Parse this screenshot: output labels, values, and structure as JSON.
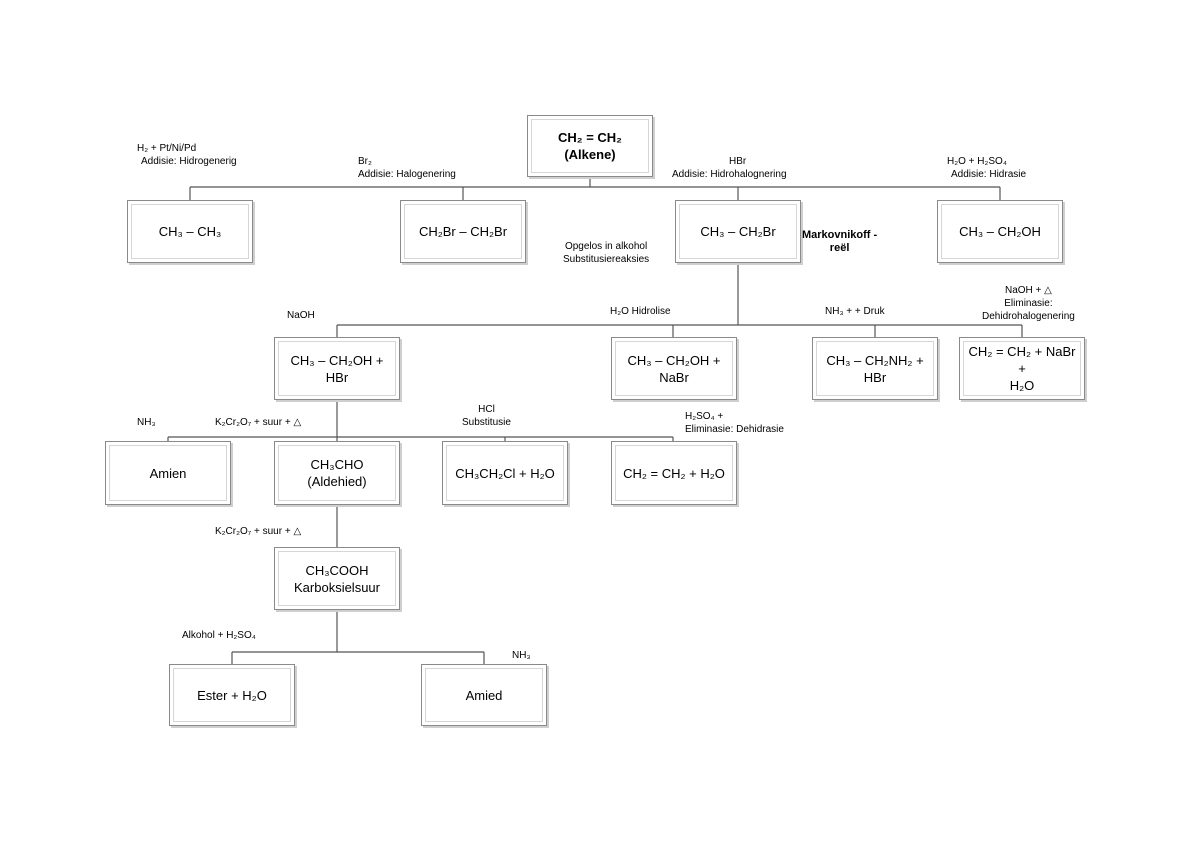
{
  "boxes": {
    "alkene": {
      "line1": "CH₂ = CH₂",
      "line2": "(Alkene)"
    },
    "ethane": {
      "line1": "CH₃ – CH₃"
    },
    "dibromoethane": {
      "line1": "CH₂Br – CH₂Br"
    },
    "bromoethane": {
      "line1": "CH₃ – CH₂Br"
    },
    "ethanol": {
      "line1": "CH₃ – CH₂OH"
    },
    "ethanol_hbr": {
      "line1": "CH₃ – CH₂OH + HBr"
    },
    "ethanol_nabr": {
      "line1": "CH₃ – CH₂OH +",
      "line2": "NaBr"
    },
    "amine_hbr": {
      "line1": "CH₃ – CH₂NH₂ + HBr"
    },
    "ethene_nabr": {
      "line1": "CH₂ = CH₂ + NaBr +",
      "line2": "H₂O"
    },
    "amien": {
      "line1": "Amien"
    },
    "aldehied": {
      "line1": "CH₃CHO",
      "line2": "(Aldehied)"
    },
    "chloroethane": {
      "line1": "CH₃CH₂Cl + H₂O"
    },
    "ethene_h2o": {
      "line1": "CH₂ = CH₂ + H₂O"
    },
    "karboksielsuur": {
      "line1": "CH₃COOH",
      "line2": "Karboksielsuur"
    },
    "ester": {
      "line1": "Ester + H₂O"
    },
    "amied": {
      "line1": "Amied"
    }
  },
  "labels": {
    "hydrogenation": {
      "line1": "H₂ + Pt/Ni/Pd",
      "line2": "Addisie: Hidrogenerig"
    },
    "halogenation": {
      "line1": "Br₂",
      "line2": "Addisie: Halogenering"
    },
    "hydrohalogenation": {
      "line1": "HBr",
      "line2": "Addisie: Hidrohalognering"
    },
    "hydration": {
      "line1": "H₂O + H₂SO₄",
      "line2": "Addisie: Hidrasie"
    },
    "markovnikoff": {
      "line1": "Markovnikoff -",
      "line2": "reël"
    },
    "substitution": {
      "line1": "Opgelos in alkohol",
      "line2": "Substitusiereaksies"
    },
    "naoh": {
      "line1": "NaOH"
    },
    "hydrolysis": {
      "line1": "H₂O Hidrolise"
    },
    "ammonia_pressure": {
      "line1": "NH₃ +  + Druk"
    },
    "elimination": {
      "line1": "NaOH + △",
      "line2": "Eliminasie:",
      "line3": "Dehidrohalogenering"
    },
    "nh3_left": {
      "line1": "NH₃"
    },
    "oxidation1": {
      "line1": "K₂Cr₂O₇ + suur + △"
    },
    "hcl": {
      "line1": "HCl",
      "line2": "Substitusie"
    },
    "dehydration": {
      "line1": "H₂SO₄ +",
      "line2": "Eliminasie: Dehidrasie"
    },
    "oxidation2": {
      "line1": "K₂Cr₂O₇ + suur + △"
    },
    "esterification": {
      "line1": "Alkohol + H₂SO₄"
    },
    "nh3_amide": {
      "line1": "NH₃"
    }
  }
}
